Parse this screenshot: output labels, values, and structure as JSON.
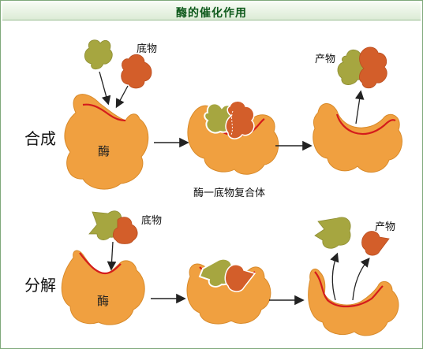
{
  "title": "酶的催化作用",
  "rows": {
    "synthesis": {
      "row_label": "合成",
      "substrate_label": "底物",
      "enzyme_label": "酶",
      "complex_label": "酶一底物复合体",
      "product_label": "产物"
    },
    "decomposition": {
      "row_label": "分解",
      "substrate_label": "底物",
      "enzyme_label": "酶",
      "product_label": "产物"
    }
  },
  "colors": {
    "enzyme": "#f0a040",
    "enzyme_edge": "#d88a2a",
    "substrate_olive": "#a6a640",
    "substrate_rust": "#d35e2a",
    "active_site": "#d41c1c",
    "arrow": "#222222",
    "title": "#0f5a1c",
    "border": "#7fa87a"
  }
}
